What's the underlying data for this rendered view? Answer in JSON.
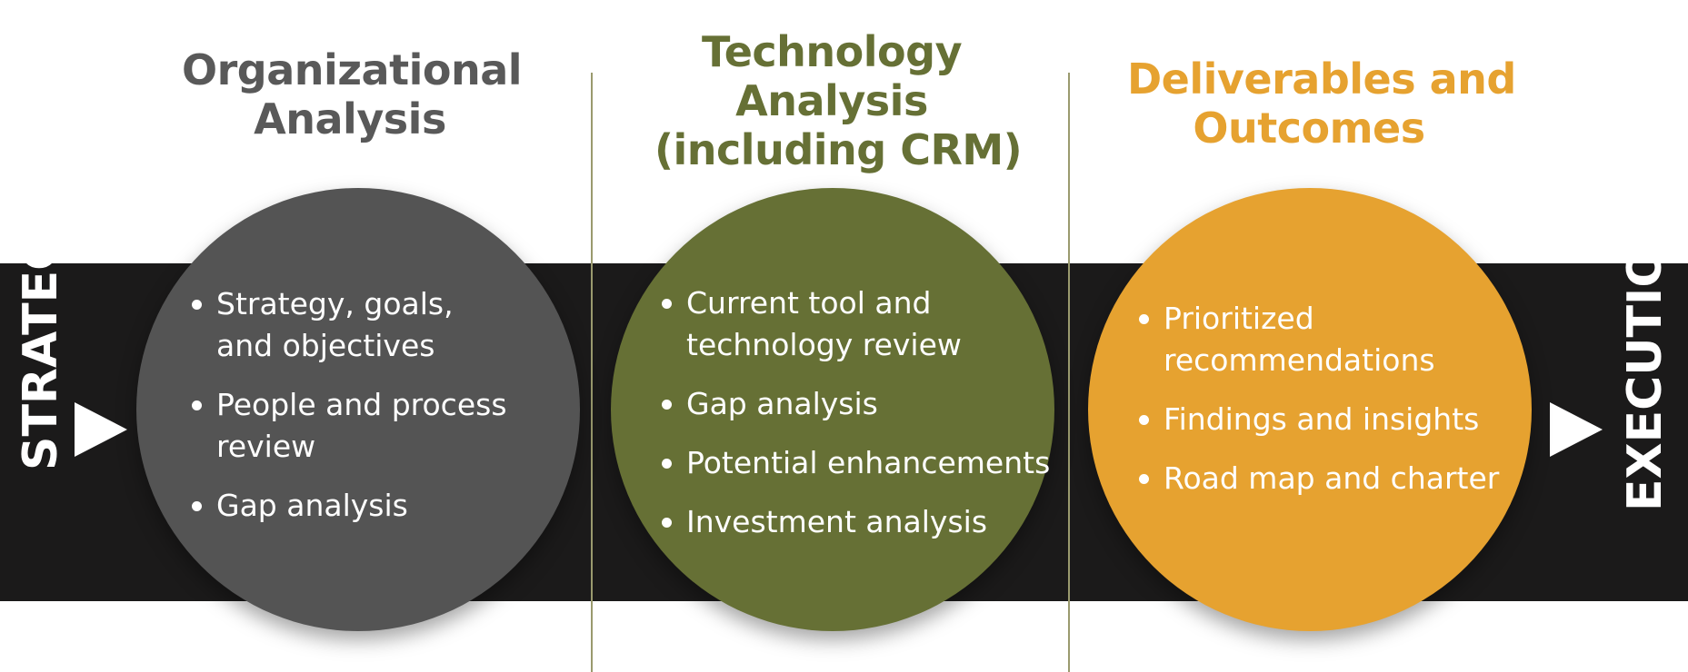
{
  "colors": {
    "band": "#1b1a1a",
    "org": "#545454",
    "tech": "#667035",
    "deliv": "#e6a230",
    "heading_gray": "#595959",
    "heading_olive": "#667035",
    "heading_orange": "#e6a230"
  },
  "left_label": "STRATEGY",
  "right_label": "EXECUTION",
  "columns": [
    {
      "heading": [
        "Organizational",
        "Analysis"
      ],
      "bullets": [
        "Strategy, goals,\nand objectives",
        "People and process\nreview",
        "Gap analysis"
      ]
    },
    {
      "heading": [
        "Technology",
        "Analysis",
        "(including CRM)"
      ],
      "bullets": [
        "Current tool and\ntechnology review",
        "Gap analysis",
        "Potential enhancements",
        "Investment analysis"
      ]
    },
    {
      "heading": [
        "Deliverables and",
        "Outcomes"
      ],
      "bullets": [
        "Prioritized\nrecommendations",
        "Findings and insights",
        "Road map and charter"
      ]
    }
  ]
}
